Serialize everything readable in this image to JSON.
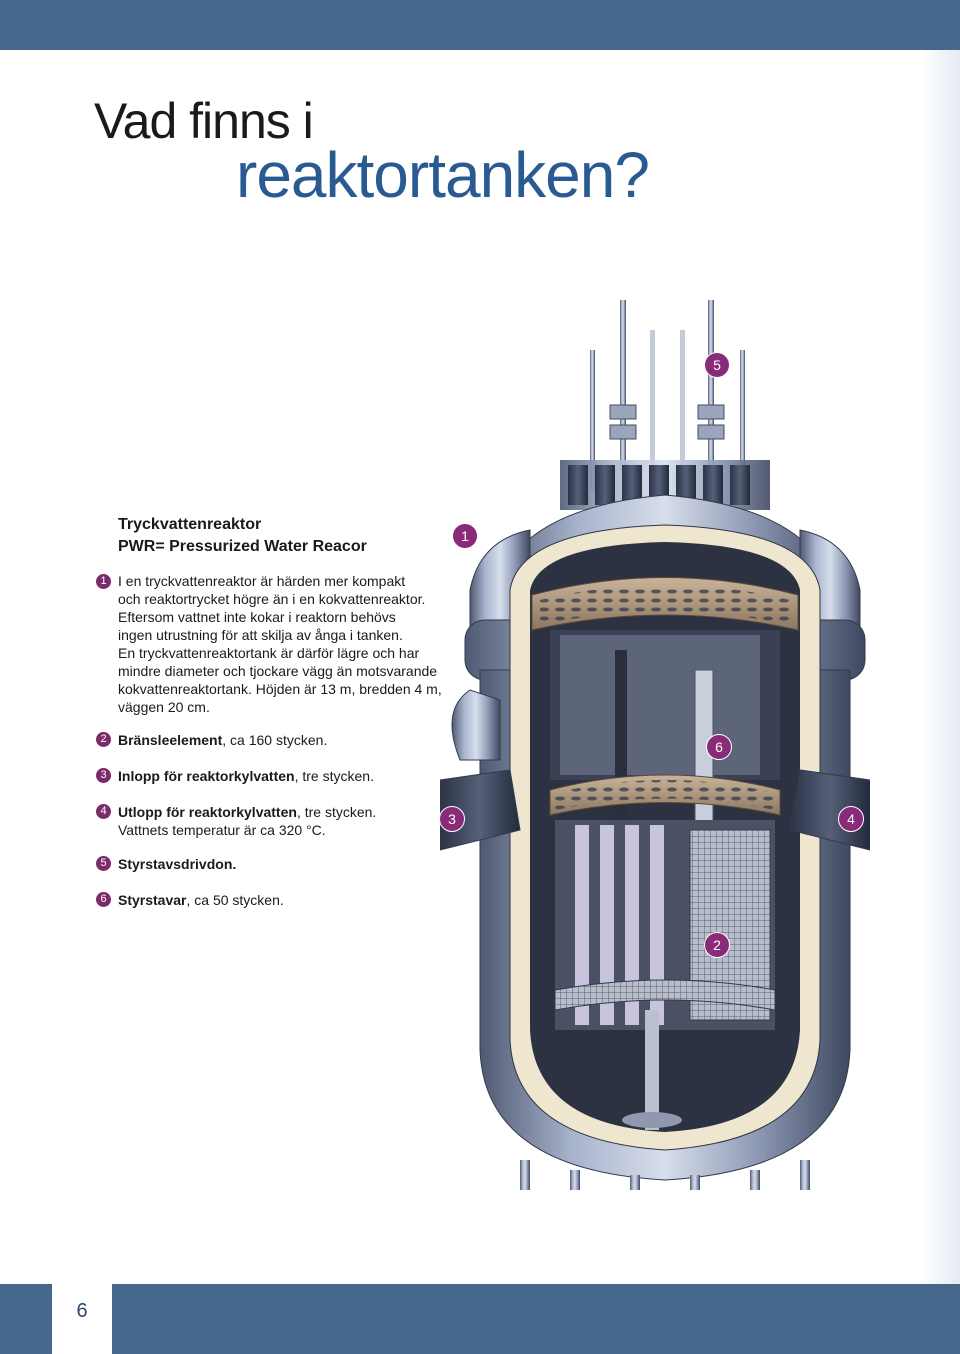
{
  "header": {
    "title_line1": "Vad finns i",
    "title_line2": "reaktortanken?"
  },
  "intro": {
    "heading1": "Tryckvattenreaktor",
    "heading2": "PWR= Pressurized Water Reacor"
  },
  "items": [
    {
      "num": "1",
      "lines": [
        "I en tryckvattenreaktor är härden mer kompakt",
        "och reaktortrycket högre än i en kokvattenreaktor.",
        "Eftersom vattnet inte kokar i reaktorn behövs",
        "ingen utrustning för att skilja av ånga i tanken.",
        "En tryckvattenreaktortank är därför lägre och har",
        "mindre diameter och tjockare vägg än motsvarande",
        "kokvattenreaktortank. Höjden är 13 m, bredden 4 m,",
        "väggen 20 cm."
      ]
    },
    {
      "num": "2",
      "bold": "Bränsleelement",
      "rest": ", ca 160 stycken."
    },
    {
      "num": "3",
      "bold": "Inlopp för reaktorkylvatten",
      "rest": ", tre stycken."
    },
    {
      "num": "4",
      "bold": "Utlopp för reaktorkylvatten",
      "rest": ", tre stycken.",
      "line2": "Vattnets temperatur är ca 320 °C."
    },
    {
      "num": "5",
      "bold": "Styrstavsdrivdon.",
      "rest": ""
    },
    {
      "num": "6",
      "bold": "Styrstavar",
      "rest": ", ca 50 stycken."
    }
  ],
  "callouts": [
    "1",
    "2",
    "3",
    "4",
    "5",
    "6"
  ],
  "footer": {
    "page_number": "6"
  },
  "colors": {
    "band": "#46688d",
    "title_blue": "#2a5a92",
    "badge": "#8a2b7a"
  }
}
